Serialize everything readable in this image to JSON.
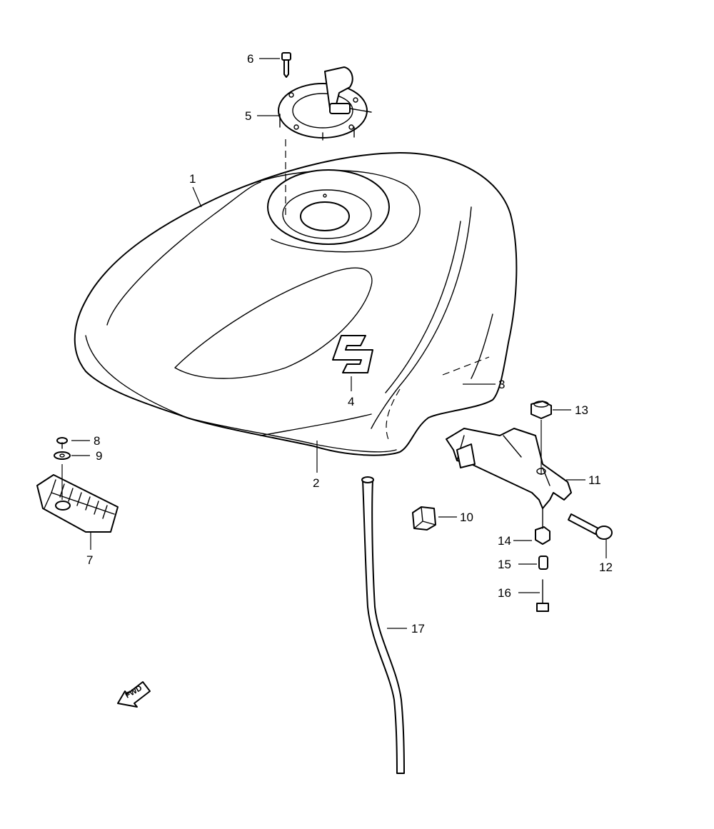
{
  "callouts": {
    "c1": "1",
    "c2": "2",
    "c3": "3",
    "c4": "4",
    "c5": "5",
    "c6": "6",
    "c7": "7",
    "c8": "8",
    "c9": "9",
    "c10": "10",
    "c11": "11",
    "c12": "12",
    "c13": "13",
    "c14": "14",
    "c15": "15",
    "c16": "16",
    "c17": "17"
  },
  "fwd_label": "FWD",
  "colors": {
    "line": "#000000",
    "background": "#ffffff"
  }
}
